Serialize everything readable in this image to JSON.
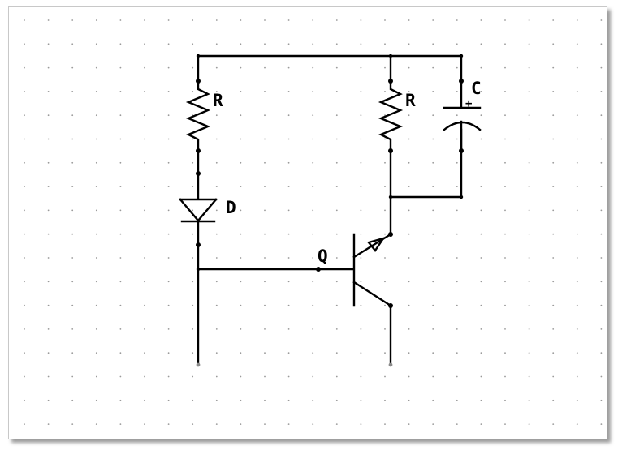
{
  "schematic": {
    "labels": {
      "resistor_left": "R",
      "resistor_right": "R",
      "capacitor": "C",
      "capacitor_polarity": "+",
      "diode": "D",
      "transistor": "Q"
    }
  }
}
